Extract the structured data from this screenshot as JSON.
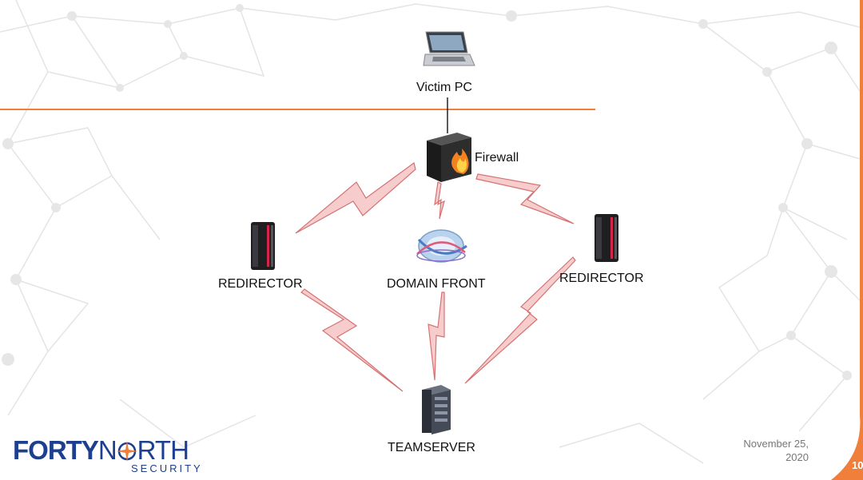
{
  "nodes": {
    "victim_pc": "Victim PC",
    "firewall": "Firewall",
    "redirector_left": "REDIRECTOR",
    "domain_front": "DOMAIN FRONT",
    "redirector_right": "REDIRECTOR",
    "teamserver": "TEAMSERVER"
  },
  "footer": {
    "logo_left": "FORTY",
    "logo_right_n": "N",
    "logo_right_rest": "RTH",
    "logo_sub": "SECURITY",
    "date_line1": "November 25,",
    "date_line2": "2020",
    "page_number": "10"
  },
  "icons": {
    "victim_pc": "laptop-icon",
    "firewall": "firewall-icon",
    "redirectors": "server-rack-icon",
    "domain_front": "cloud-globe-icon",
    "teamserver": "server-tower-icon",
    "links": "lightning-bolt-icon"
  },
  "colors": {
    "accent": "#f07f3c",
    "brand_blue": "#1d3f8f",
    "bolt_fill": "#f3c4c4",
    "bolt_stroke": "#d06a6a"
  }
}
